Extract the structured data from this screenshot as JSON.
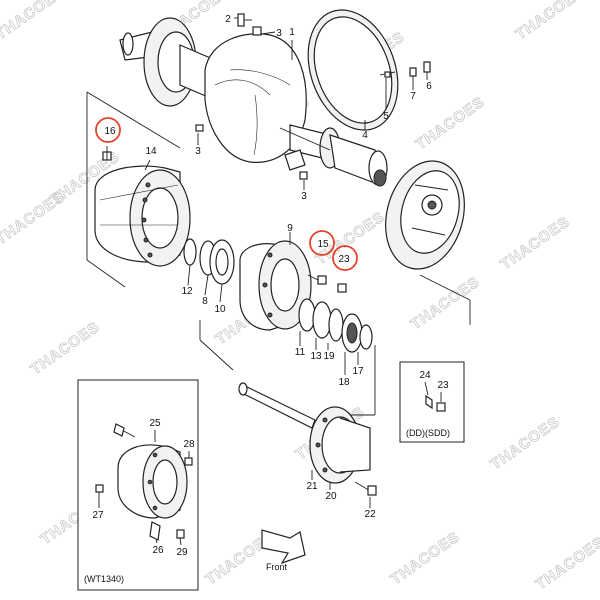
{
  "callouts": {
    "c1": "1",
    "c2": "2",
    "c3a": "3",
    "c3b": "3",
    "c3c": "3",
    "c4": "4",
    "c5": "5",
    "c6": "6",
    "c7": "7",
    "c8": "8",
    "c9": "9",
    "c10": "10",
    "c11": "11",
    "c12": "12",
    "c13": "13",
    "c14": "14",
    "c15": "15",
    "c16": "16",
    "c17": "17",
    "c18": "18",
    "c19": "19",
    "c20": "20",
    "c21": "21",
    "c22": "22",
    "c23a": "23",
    "c23b": "23",
    "c24": "24",
    "c25": "25",
    "c26": "26",
    "c27": "27",
    "c28": "28",
    "c29": "29"
  },
  "highlighted_callouts": [
    "16",
    "15",
    "23"
  ],
  "inset_small_caption": "(DD)(SDD)",
  "inset_large_caption": "(WT1340)",
  "front_label": "Front",
  "watermark_text": "THACOES",
  "colors": {
    "highlight": "#e0442a",
    "line": "#222222",
    "watermark": "#c9c9c9"
  }
}
